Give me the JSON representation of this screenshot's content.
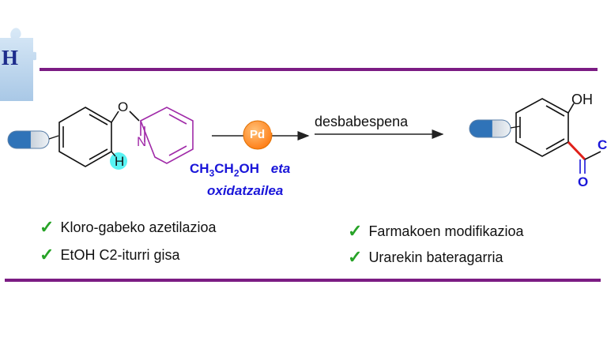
{
  "scheme": {
    "left_atom_o": "O",
    "left_atom_n": "N",
    "left_atom_h": "H",
    "catalyst": "Pd",
    "right_atom_oh": "OH",
    "right_atom_o": "O",
    "right_atom_c_partial": "C",
    "corner_letter": "H",
    "conditions": {
      "line1_formula_parts": [
        "CH",
        "3",
        "CH",
        "2",
        "OH"
      ],
      "line1_suffix": "eta",
      "line2": "oxidatzailea"
    },
    "step2_label": "desbabespena"
  },
  "features": {
    "left": [
      "Kloro-gabeko azetilazioa",
      "EtOH C2-iturri gisa"
    ],
    "right": [
      "Farmakoen modifikazioa",
      "Urarekin bateragarria"
    ],
    "check_glyph": "✓"
  },
  "colors": {
    "rule": "#7b1c83",
    "pyridine": "#a02aa8",
    "highlight": "#59f3f3",
    "catalyst": "#ff8a1f",
    "condition_text": "#1a16d9",
    "new_bond": "#e0201a",
    "check": "#27a327",
    "pill_blue": "#2f73b8"
  }
}
